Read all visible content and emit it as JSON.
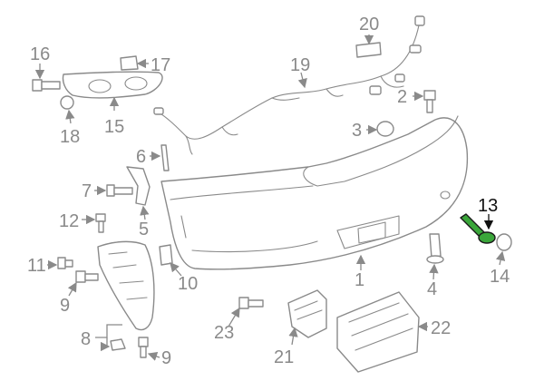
{
  "callouts": {
    "c1": "1",
    "c2": "2",
    "c3": "3",
    "c4": "4",
    "c5": "5",
    "c6": "6",
    "c7": "7",
    "c8": "8",
    "c9a": "9",
    "c9b": "9",
    "c10": "10",
    "c11": "11",
    "c12": "12",
    "c13": "13",
    "c14": "14",
    "c15": "15",
    "c16": "16",
    "c17": "17",
    "c18": "18",
    "c19": "19",
    "c20": "20",
    "c21": "21",
    "c22": "22",
    "c23": "23"
  },
  "colors": {
    "line": "#8a8a8a",
    "highlight_part": "#3aa63a",
    "highlight_text": "#111111"
  },
  "highlighted_part": "13"
}
